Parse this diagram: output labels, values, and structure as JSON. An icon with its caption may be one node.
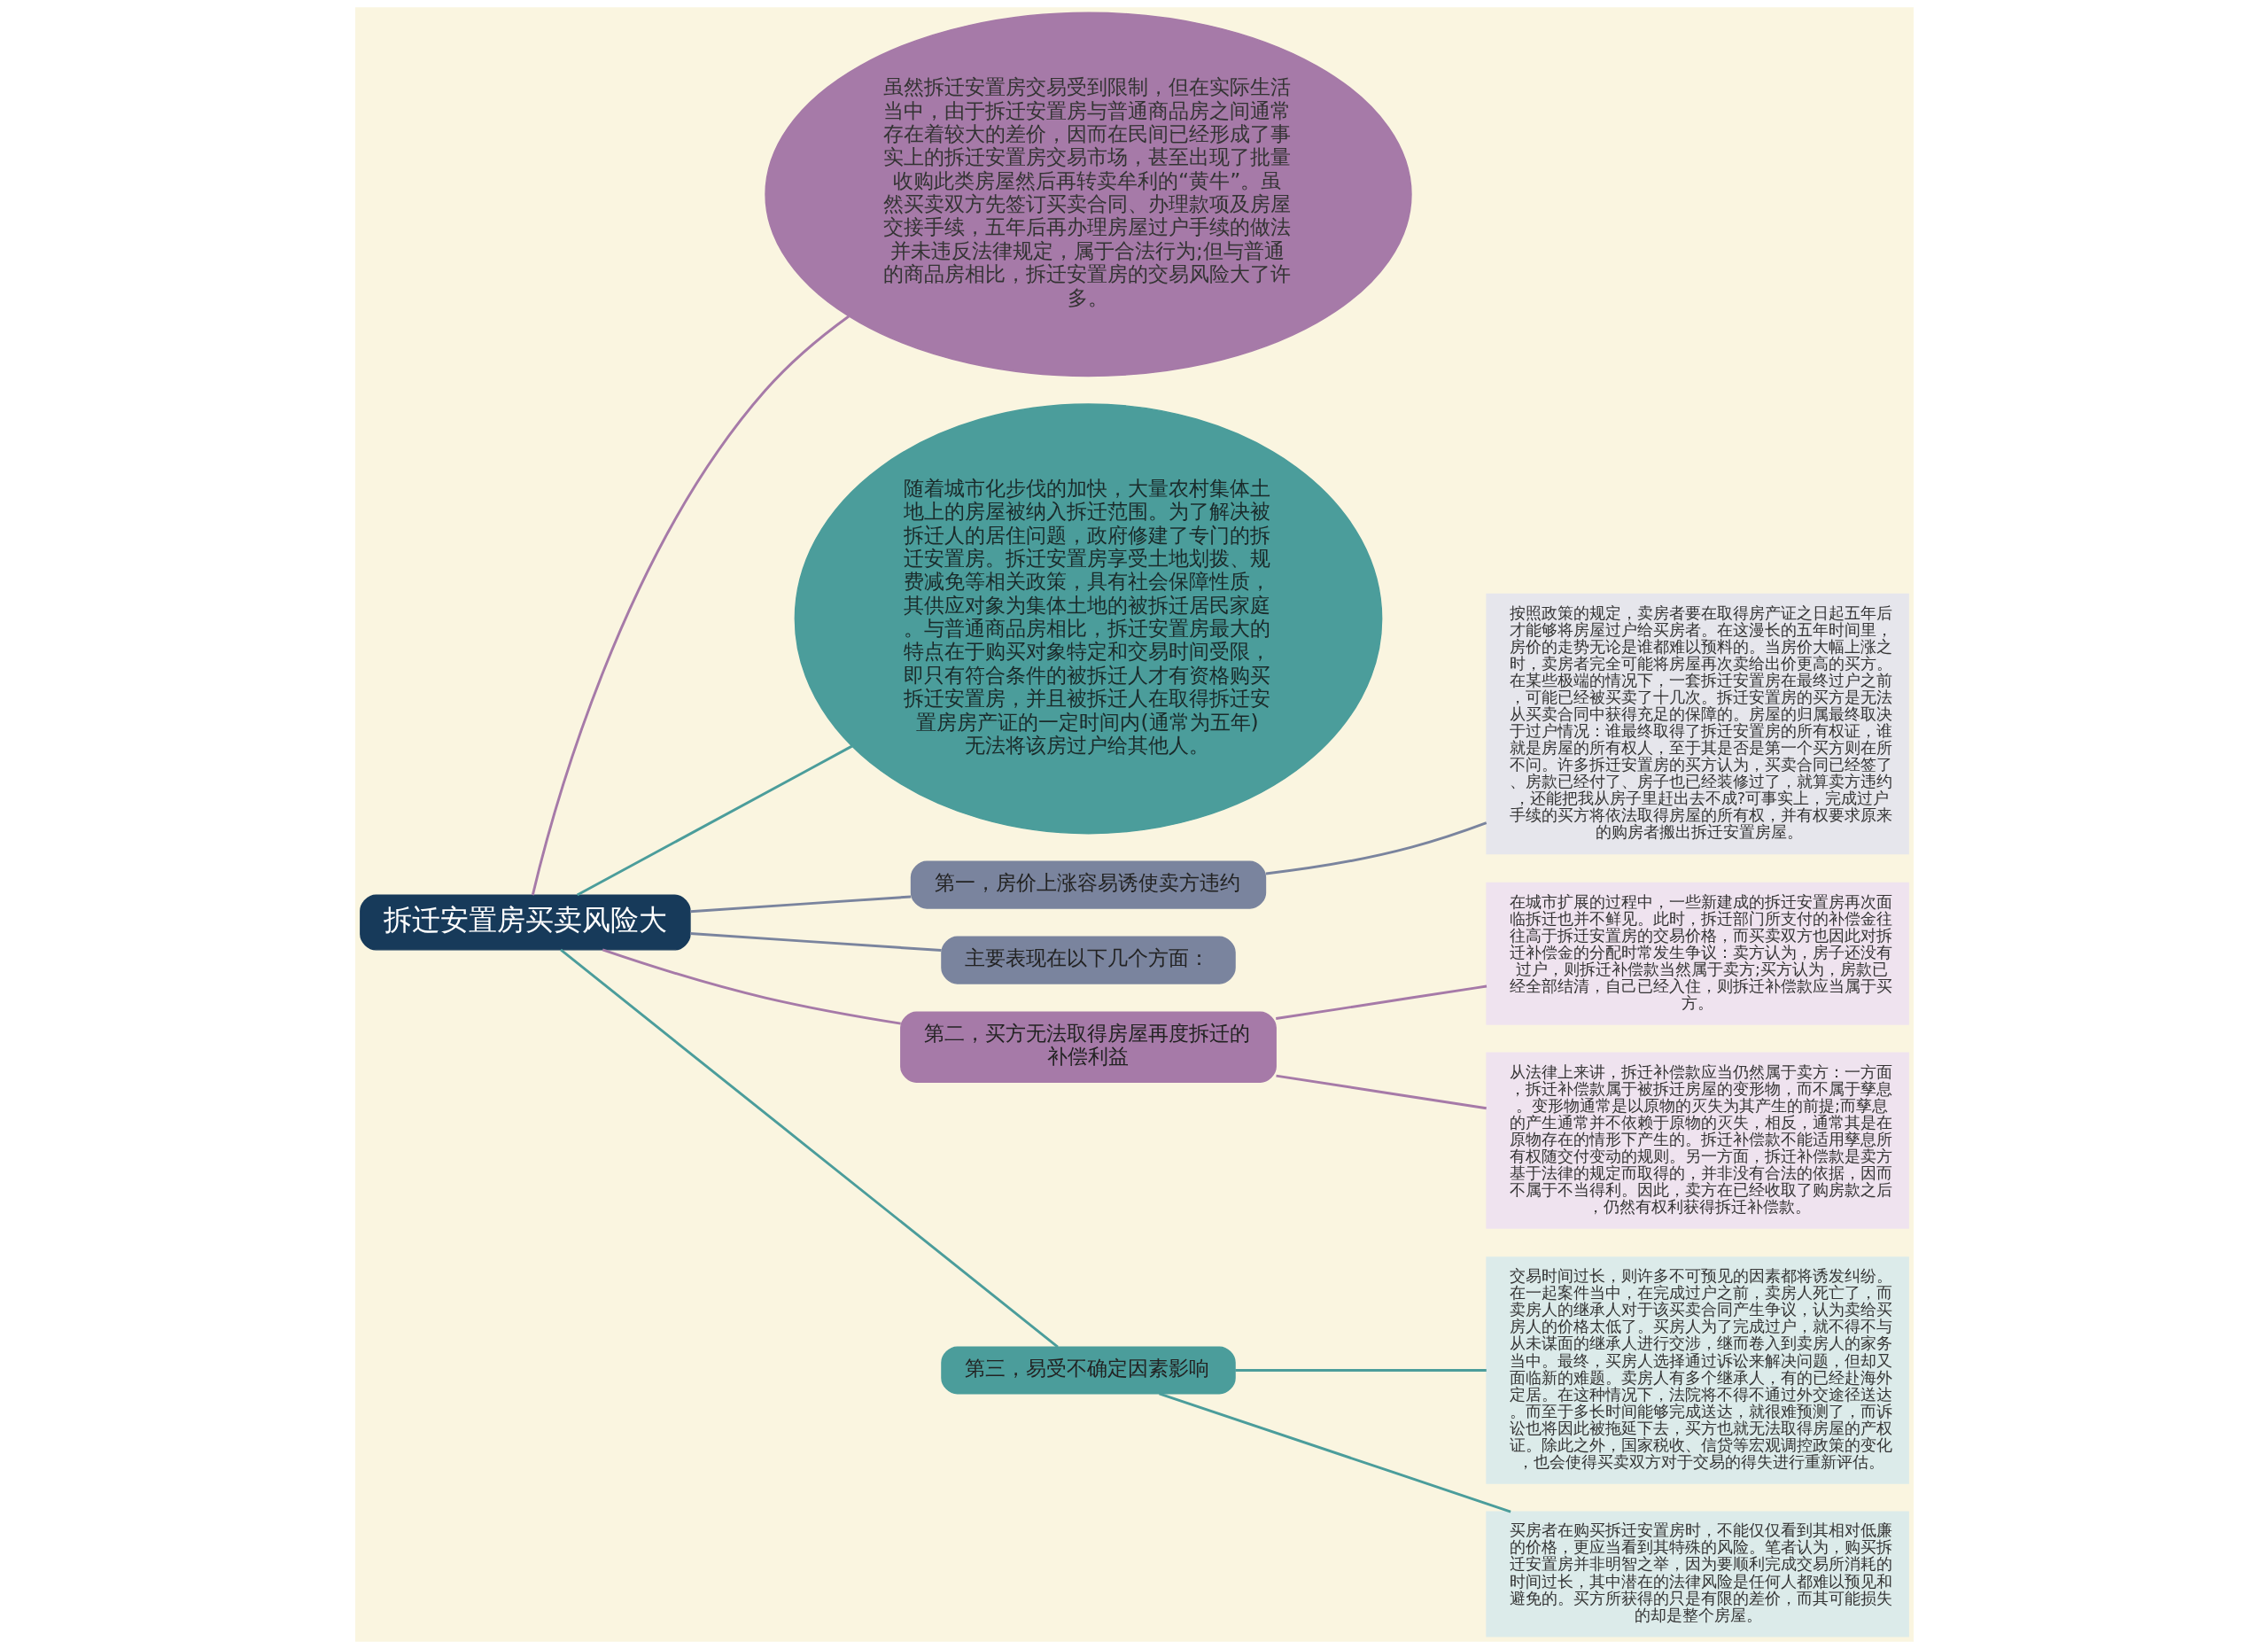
{
  "diagram": {
    "nodes": [
      {
        "text": [
          "拆迁安置房买卖风险大"
        ]
      },
      {
        "text": [
          "虽然拆迁安置房交易受到限制，但在实际生活当中，由于拆迁安置房与普通商品房之间通常存在着较大的差价，因而在民间已经形成了事实上的拆迁安置房交易市场，甚至出现了批量收购此类房屋然后再转卖牟利的“黄牛”。虽然买卖双方先签订买卖合同、办理款项及房屋交接手续，五年后再办理房屋过户手续的做法并未违反法律规定，属于合法行为;但与普通的商品房相比，拆迁安置房的交易风险大了许多。"
        ]
      },
      {
        "text": [
          "随着城市化步伐的加快，大量农村集体土地上的房屋被纳入拆迁范围。为了解决被拆迁人的居住问题，政府修建了专门的拆迁安置房。拆迁安置房享受土地划拨、规费减免等相关政策，具有社会保障性质，其供应对象为集体土地的被拆迁居民家庭。与普通商品房相比，拆迁安置房最大的特点在于购买对象特定和交易时间受限，即只有符合条件的被拆迁人才有资格购买拆迁安置房，并且被拆迁人在取得拆迁安置房房产证的一定时间内(通常为五年)无法将该房过户给其他人。"
        ]
      },
      {
        "text": [
          "第一，房价上涨容易诱使卖方违约"
        ]
      },
      {
        "text": [
          "按照政策的规定，卖房者要在取得房产证之日起五年后才能够将房屋过户给买房者。在这漫长的五年时间里，房价的走势无论是谁都难以预料的。当房价大幅上涨之时，卖房者完全可能将房屋再次卖给出价更高的买方。在某些极端的情况下，一套拆迁安置房在最终过户之前，可能已经被买卖了十几次。拆迁安置房的买方是无法从买卖合同中获得充足的保障的。房屋的归属最终取决于过户情况：谁最终取得了拆迁安置房的所有权证，谁就是房屋的所有权人，至于其是否是第一个买方则在所不问。许多拆迁安置房的买方认为，买卖合同已经签了、房款已经付了、房子也已经装修过了，就算卖方违约，还能把我从房子里赶出去不成?可事实上，完成过户手续的买方将依法取得房屋的所有权，并有权要求原来的购房者搬出拆迁安置房屋。"
        ]
      },
      {
        "text": [
          "主要表现在以下几个方面："
        ]
      },
      {
        "text": [
          "第二，买方无法取得房屋再度拆迁的补偿利益"
        ]
      },
      {
        "text": [
          "在城市扩展的过程中，一些新建成的拆迁安置房再次面临拆迁也并不鲜见。此时，拆迁部门所支付的补偿金往往高于拆迁安置房的交易价格，而买卖双方也因此对拆迁补偿金的分配时常发生争议：卖方认为，房子还没有过户，则拆迁补偿款当然属于卖方;买方认为，房款已经全部结清，自己已经入住，则拆迁补偿款应当属于买方。"
        ]
      },
      {
        "text": [
          "从法律上来讲，拆迁补偿款应当仍然属于卖方：一方面，拆迁补偿款属于被拆迁房屋的变形物，而不属于孳息。变形物通常是以原物的灭失为其产生的前提;而孳息的产生通常并不依赖于原物的灭失，相反，通常其是在原物存在的情形下产生的。拆迁补偿款不能适用孳息所有权随交付变动的规则。另一方面，拆迁补偿款是卖方基于法律的规定而取得的，并非没有合法的依据，因而不属于不当得利。因此，卖方在已经收取了购房款之后，仍然有权利获得拆迁补偿款。"
        ]
      },
      {
        "text": [
          "第三，易受不确定因素影响"
        ]
      },
      {
        "text": [
          "交易时间过长，则许多不可预见的因素都将诱发纠纷。在一起案件当中，在完成过户之前，卖房人死亡了，而卖房人的继承人对于该买卖合同产生争议，认为卖给买房人的价格太低了。买房人为了完成过户，就不得不与从未谋面的继承人进行交涉，继而卷入到卖房人的家务当中。最终，买房人选择通过诉讼来解决问题，但却又面临新的难题。卖房人有多个继承人，有的已经赴海外定居。在这种情况下，法院将不得不通过外交途径送达。而至于多长时间能够完成送达，就很难预测了，而诉讼也将因此被拖延下去，买方也就无法取得房屋的产权证。除此之外，国家税收、信贷等宏观调控政策的变化，也会使得买卖双方对于交易的得失进行重新评估。"
        ]
      },
      {
        "text": [
          "买房者在购买拆迁安置房时，不能仅仅看到其相对低廉的价格，更应当看到其特殊的风险。笔者认为，购买拆迁安置房并非明智之举，因为要顺利完成交易所消耗的时间过长，其中潜在的法律风险是任何人都难以预见和避免的。买方所获得的只是有限的差价，而其可能损失的却是整个房屋。"
        ]
      }
    ],
    "edges": [
      {
        "from": 0,
        "to": 1,
        "arrow": "none",
        "color": "#a67aa8"
      },
      {
        "from": 0,
        "to": 2,
        "arrow": "none",
        "color": "#4b9d9b"
      },
      {
        "from": 0,
        "to": 3,
        "arrow": "none",
        "color": "#7a849e"
      },
      {
        "from": 3,
        "to": 4,
        "arrow": "none",
        "color": "#7a849e"
      },
      {
        "from": 0,
        "to": 5,
        "arrow": "none",
        "color": "#7a849e"
      },
      {
        "from": 0,
        "to": 6,
        "arrow": "none",
        "color": "#a67aa8"
      },
      {
        "from": 6,
        "to": 7,
        "arrow": "none",
        "color": "#a67aa8"
      },
      {
        "from": 6,
        "to": 8,
        "arrow": "none",
        "color": "#a67aa8"
      },
      {
        "from": 0,
        "to": 9,
        "arrow": "none",
        "color": "#4b9d9b"
      },
      {
        "from": 9,
        "to": 10,
        "arrow": "none",
        "color": "#4b9d9b"
      },
      {
        "from": 9,
        "to": 11,
        "arrow": "none",
        "color": "#4b9d9b"
      }
    ]
  }
}
